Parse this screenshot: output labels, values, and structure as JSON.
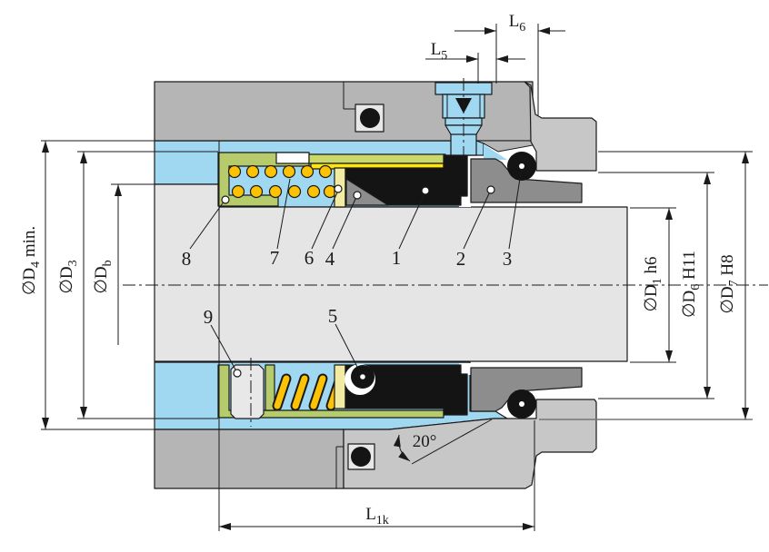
{
  "drawing": {
    "type": "mechanical-seal-cross-section",
    "angle_label": "20°"
  },
  "dimensions": {
    "d4": {
      "pre": "∅D",
      "sub": "4",
      "post": " min."
    },
    "d3": {
      "pre": "∅D",
      "sub": "3",
      "post": ""
    },
    "db": {
      "pre": "∅D",
      "sub": "b",
      "post": ""
    },
    "d1": {
      "pre": "∅D",
      "sub": "1",
      "post": " h6"
    },
    "d6": {
      "pre": "∅D",
      "sub": "6",
      "post": " H11"
    },
    "d7": {
      "pre": "∅D",
      "sub": "7",
      "post": " H8"
    },
    "l5": {
      "pre": "L",
      "sub": "5",
      "post": ""
    },
    "l6": {
      "pre": "L",
      "sub": "6",
      "post": ""
    },
    "l1k": {
      "pre": "L",
      "sub": "1k",
      "post": ""
    }
  },
  "callouts": {
    "c1": "1",
    "c2": "2",
    "c3": "3",
    "c4": "4",
    "c5": "5",
    "c6": "6",
    "c7": "7",
    "c8": "8",
    "c9": "9"
  },
  "palette": {
    "fluid": "#9fd8f0",
    "housing": "#b5b5b5",
    "gland": "#c7c7c7",
    "shaft": "#e5e5e5",
    "seat": "#8d8d8d",
    "retainer": "#b5cb6c",
    "strip_green": "#cbd96b",
    "strip_yellow": "#ffe60a",
    "strip_pale": "#f1eca1",
    "spring": "#fcc203",
    "seal_black": "#141414",
    "pocket": "#e8e8e8",
    "white": "#ffffff",
    "outline": "#1a1a1a"
  }
}
